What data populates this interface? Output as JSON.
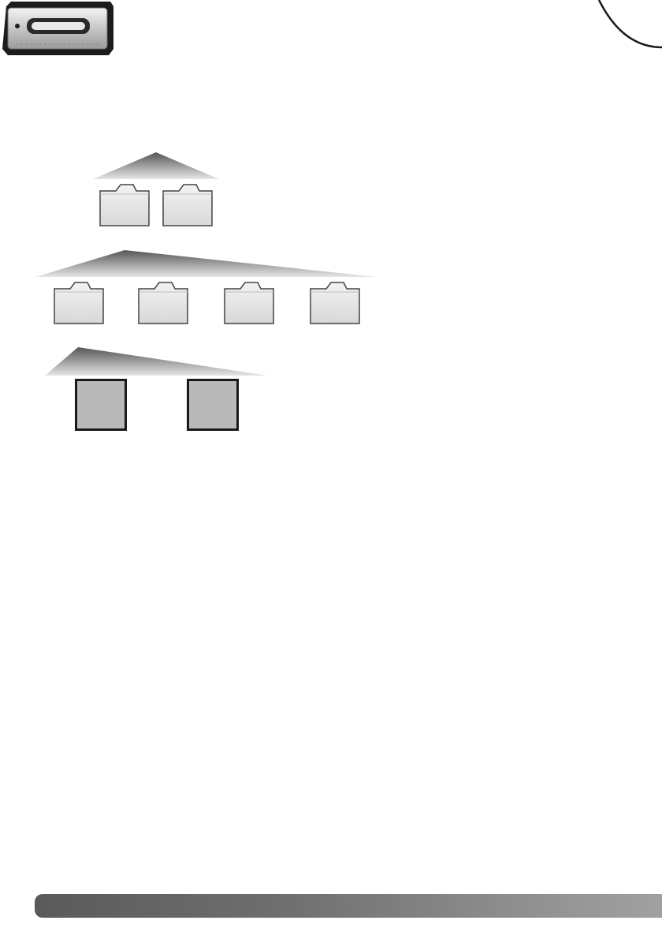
{
  "figure": {
    "levels": [
      {
        "level": "drive",
        "count": 1
      },
      {
        "level": "folders",
        "count": 2
      },
      {
        "level": "subfolders",
        "count": 4
      },
      {
        "level": "files",
        "count": 2
      }
    ],
    "icons": {
      "drive": "removable-disk-drive-icon",
      "folder": "folder-icon",
      "file": "image-file-icon"
    },
    "colors": {
      "fan_dark": "#555555",
      "fan_light": "#e6e6e6",
      "folder_fill": "#e9e9e9",
      "file_fill": "#b9b9b9",
      "footer_bar_start": "#5a5a5a",
      "footer_bar_end": "#a3a3a3"
    }
  }
}
